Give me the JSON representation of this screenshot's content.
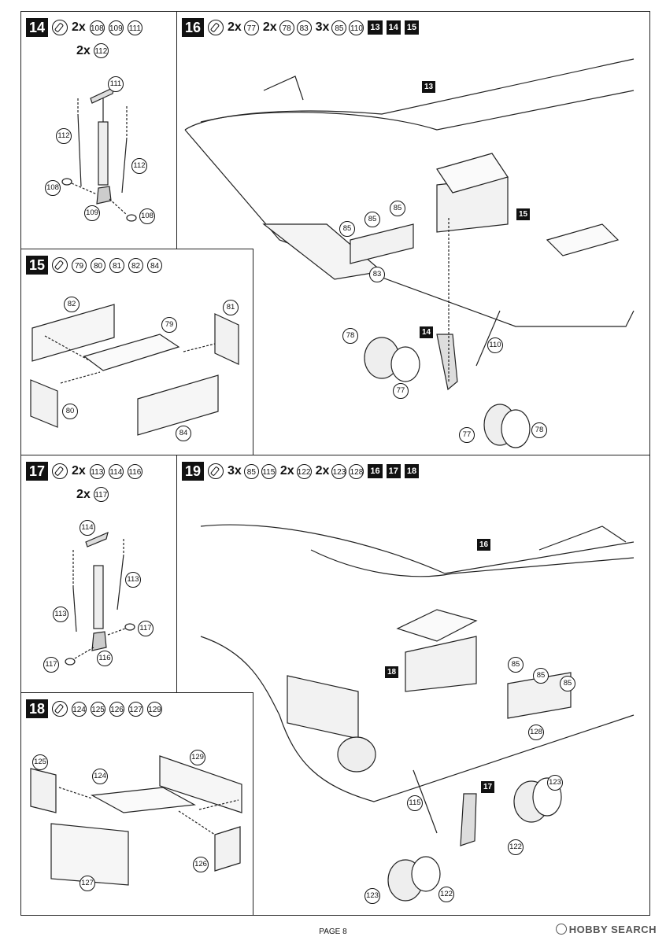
{
  "steps": {
    "s14": {
      "num": "14",
      "qty1": "2x",
      "parts1": [
        "108",
        "109",
        "111"
      ],
      "qty2": "2x",
      "parts2": [
        "112"
      ],
      "callouts": {
        "a": "111",
        "b": "112",
        "c": "112",
        "d": "108",
        "e": "109",
        "f": "108"
      }
    },
    "s15": {
      "num": "15",
      "parts": [
        "79",
        "80",
        "81",
        "82",
        "84"
      ],
      "callouts": {
        "a": "82",
        "b": "81",
        "c": "79",
        "d": "80",
        "e": "84"
      }
    },
    "s16": {
      "num": "16",
      "g1qty": "2x",
      "g1parts": [
        "77"
      ],
      "g2qty": "2x",
      "g2parts": [
        "78",
        "83"
      ],
      "g3qty": "3x",
      "g3parts": [
        "85",
        "110"
      ],
      "refs": [
        "13",
        "14",
        "15"
      ],
      "callouts": {
        "a": "85",
        "b": "85",
        "c": "85",
        "d": "83",
        "e": "78",
        "f": "77",
        "g": "110",
        "h": "77",
        "i": "78"
      },
      "blocks": {
        "a": "13",
        "b": "15",
        "c": "14"
      }
    },
    "s17": {
      "num": "17",
      "qty1": "2x",
      "parts1": [
        "113",
        "114",
        "116"
      ],
      "qty2": "2x",
      "parts2": [
        "117"
      ],
      "callouts": {
        "a": "114",
        "b": "113",
        "c": "113",
        "d": "117",
        "e": "117",
        "f": "116"
      }
    },
    "s18": {
      "num": "18",
      "parts": [
        "124",
        "125",
        "126",
        "127",
        "129"
      ],
      "callouts": {
        "a": "125",
        "b": "124",
        "c": "129",
        "d": "126",
        "e": "127"
      }
    },
    "s19": {
      "num": "19",
      "g1qty": "3x",
      "g1parts": [
        "85",
        "115"
      ],
      "g2qty": "2x",
      "g2parts": [
        "122"
      ],
      "g3qty": "2x",
      "g3parts": [
        "123",
        "128"
      ],
      "refs": [
        "16",
        "17",
        "18"
      ],
      "callouts": {
        "a": "85",
        "b": "85",
        "c": "85",
        "d": "128",
        "e": "123",
        "f": "115",
        "g": "122",
        "h": "123",
        "i": "122"
      },
      "blocks": {
        "a": "16",
        "b": "18",
        "c": "17"
      }
    }
  },
  "footer": {
    "page": "PAGE 8",
    "watermark": "HOBBY SEARCH"
  }
}
